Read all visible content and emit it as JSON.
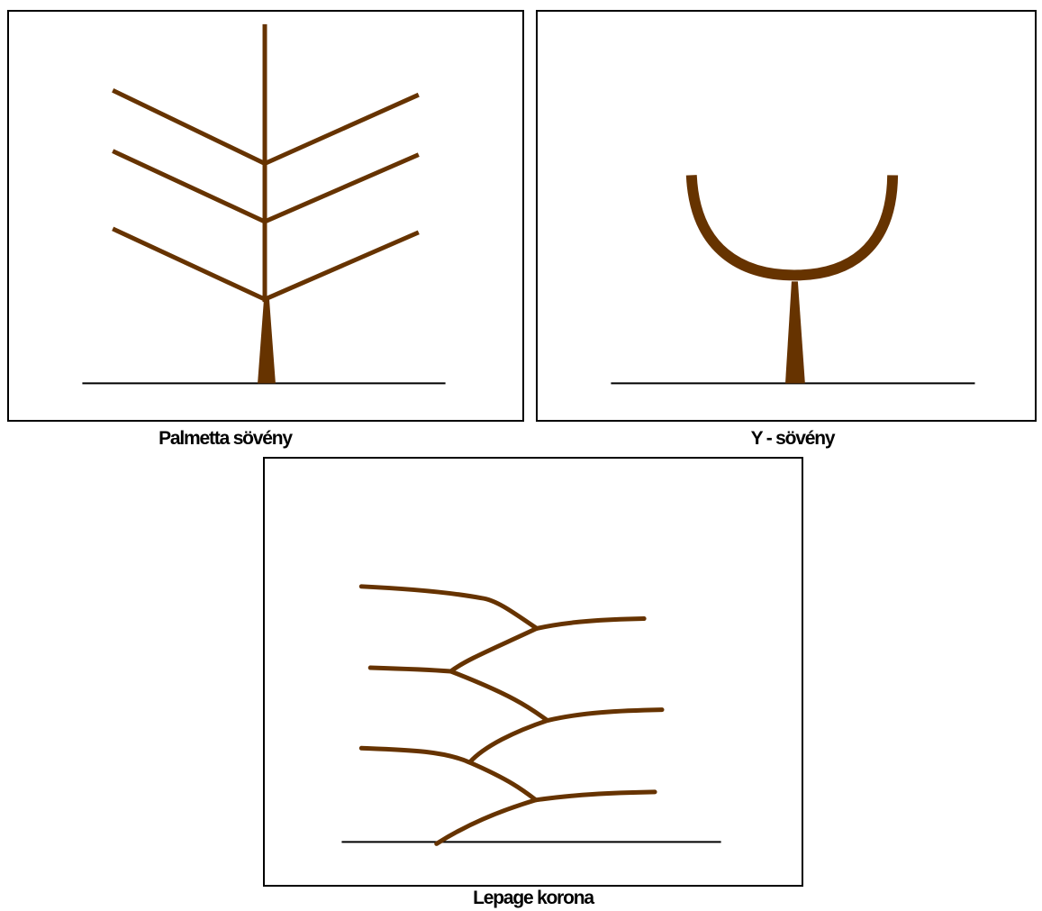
{
  "colors": {
    "branch": "#663300",
    "ground": "#000000",
    "frame": "#000000",
    "background": "#ffffff"
  },
  "panels": {
    "palmetta": {
      "caption": "Palmetta sövény"
    },
    "y_hedge": {
      "caption": "Y - sövény"
    },
    "lepage": {
      "caption": "Lepage korona"
    }
  }
}
